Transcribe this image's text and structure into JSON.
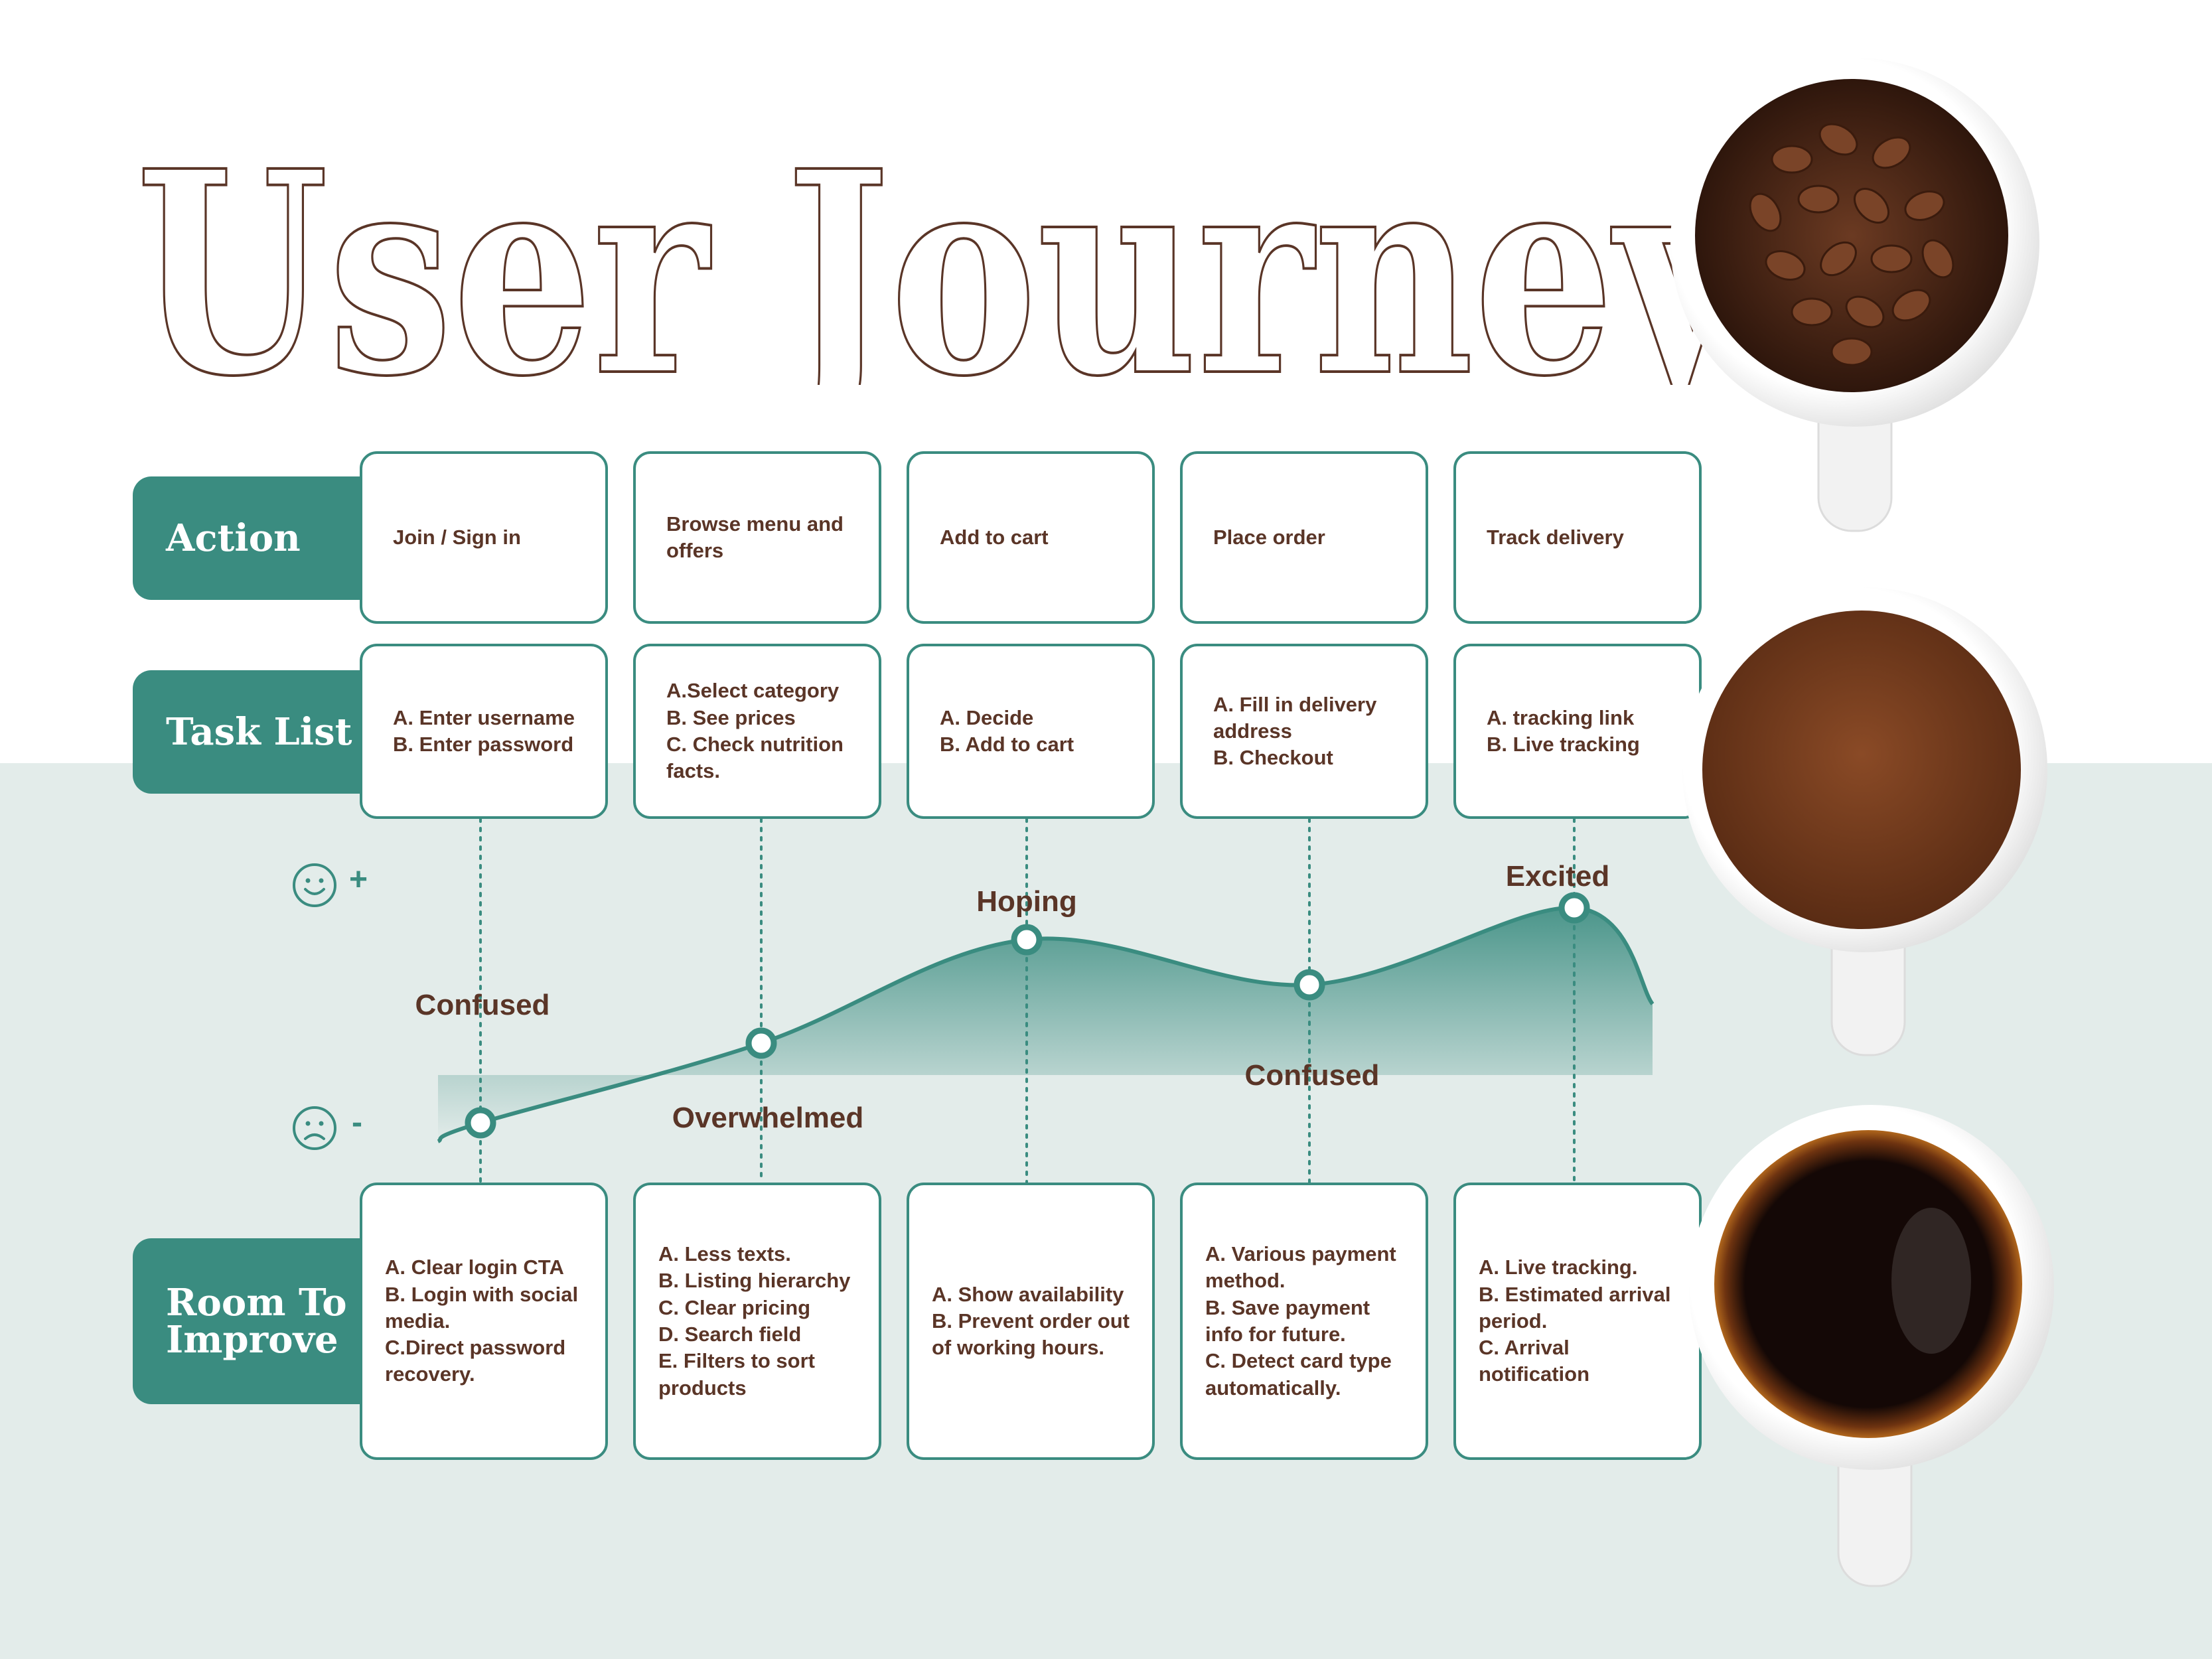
{
  "title": "User Journey",
  "row_labels": {
    "action": "Action",
    "tasks": "Task List",
    "improve": "Room To\nImprove"
  },
  "stages": [
    {
      "action": "Join / Sign in",
      "tasks": "A. Enter username\nB. Enter password",
      "emotion": "Confused",
      "improve": "A. Clear login CTA\nB. Login with social\nmedia.\nC.Direct password\nrecovery."
    },
    {
      "action": "Browse  menu and\noffers",
      "tasks": "A.Select category\nB. See prices\nC. Check nutrition\nfacts.",
      "emotion": "Overwhelmed",
      "improve": "A. Less texts.\nB. Listing hierarchy\nC. Clear pricing\nD. Search field\nE. Filters to sort\nproducts"
    },
    {
      "action": "Add to cart",
      "tasks": "A. Decide\nB. Add to cart",
      "emotion": "Hoping",
      "improve": "A. Show availability\nB. Prevent order out\nof working hours."
    },
    {
      "action": "Place order",
      "tasks": "A. Fill in delivery\naddress\nB. Checkout",
      "emotion": "Confused",
      "improve": "A. Various payment\nmethod.\nB. Save payment\ninfo for future.\nC. Detect card type\nautomatically."
    },
    {
      "action": "Track delivery",
      "tasks": "A. tracking link\nB. Live tracking",
      "emotion": "Excited",
      "improve": "A. Live tracking.\nB. Estimated arrival\nperiod.\nC. Arrival notification"
    }
  ],
  "scale": {
    "positive": "+",
    "negative": "-"
  },
  "chart_data": {
    "type": "line",
    "categories": [
      "Join / Sign in",
      "Browse  menu and\noffers",
      "Add to cart",
      "Place order",
      "Track delivery"
    ],
    "values": [
      0.07,
      0.37,
      0.76,
      0.59,
      0.88
    ],
    "labels": [
      "Confused",
      "Overwhelmed",
      "Hoping",
      "Confused",
      "Excited"
    ],
    "ylim": [
      0,
      1
    ]
  },
  "icons": {
    "happy": "smiley-face-icon",
    "sad": "sad-face-icon",
    "cups": [
      "coffee-beans-cup-icon",
      "ground-coffee-cup-icon",
      "black-coffee-cup-icon"
    ]
  },
  "colors": {
    "accent": "#3a8c80",
    "text_brown": "#5a3527",
    "bottom_bg": "#e3ecea"
  }
}
